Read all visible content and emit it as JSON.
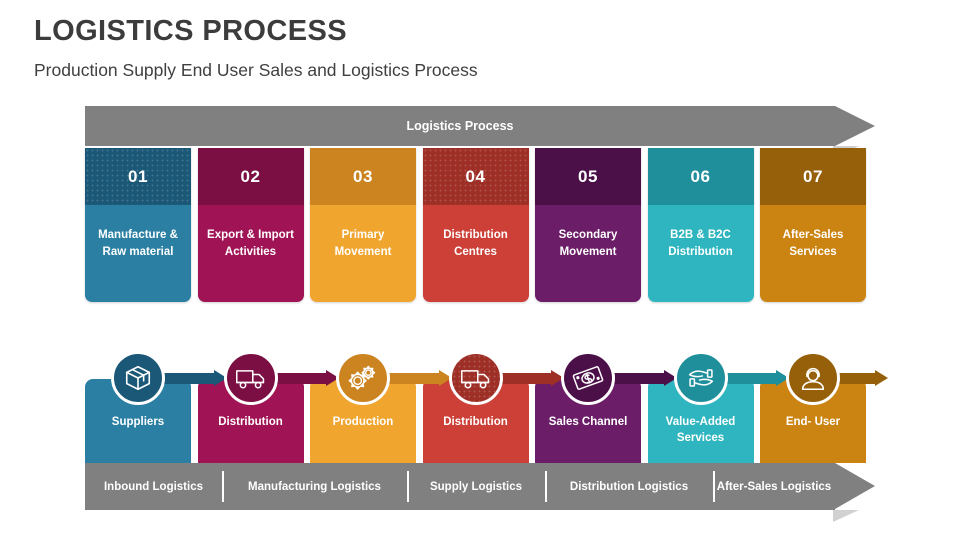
{
  "title": "LOGISTICS PROCESS",
  "subtitle": "Production Supply End User Sales and Logistics Process",
  "header": {
    "label": "Logistics Process"
  },
  "colors": {
    "banner_gray": "#808080",
    "blue_dark": "#1b5877",
    "blue": "#2a7fa3",
    "magenta_dark": "#7b0f43",
    "magenta": "#a01455",
    "orange_dark": "#cb8420",
    "orange": "#f0a52e",
    "red_dark": "#9e2f27",
    "red": "#cc4037",
    "purple_dark": "#4c1048",
    "purple": "#6b1d67",
    "teal_dark": "#1f8f9c",
    "teal": "#2fb5bf",
    "amber_dark": "#96600a",
    "amber": "#cb8412"
  },
  "cards": [
    {
      "number": "01",
      "label": "Manufacture & Raw material",
      "top_color": "#1b5877",
      "body_color": "#2a7fa3",
      "textured": true
    },
    {
      "number": "02",
      "label": "Export & Import Activities",
      "top_color": "#7b0f43",
      "body_color": "#a01455",
      "textured": false
    },
    {
      "number": "03",
      "label": "Primary Movement",
      "top_color": "#cb8420",
      "body_color": "#f0a52e",
      "textured": false
    },
    {
      "number": "04",
      "label": "Distribution Centres",
      "top_color": "#9e2f27",
      "body_color": "#cc4037",
      "textured": true
    },
    {
      "number": "05",
      "label": "Secondary Movement",
      "top_color": "#4c1048",
      "body_color": "#6b1d67",
      "textured": false
    },
    {
      "number": "06",
      "label": "B2B & B2C Distribution",
      "top_color": "#1f8f9c",
      "body_color": "#2fb5bf",
      "textured": false
    },
    {
      "number": "07",
      "label": "After-Sales Services",
      "top_color": "#96600a",
      "body_color": "#cb8412",
      "textured": false
    }
  ],
  "flow_steps": [
    {
      "label": "Suppliers",
      "icon": "package-box-icon",
      "circle_color": "#1b5877",
      "panel_color": "#2a7fa3",
      "arrow_color": "#1b5877",
      "textured": false
    },
    {
      "label": "Distribution",
      "icon": "delivery-truck-icon",
      "circle_color": "#7b0f43",
      "panel_color": "#a01455",
      "arrow_color": "#7b0f43",
      "textured": false
    },
    {
      "label": "Production",
      "icon": "gears-icon",
      "circle_color": "#cb8420",
      "panel_color": "#f0a52e",
      "arrow_color": "#cb8420",
      "textured": false
    },
    {
      "label": "Distribution",
      "icon": "delivery-truck-icon",
      "circle_color": "#9e2f27",
      "panel_color": "#cc4037",
      "arrow_color": "#9e2f27",
      "textured": true
    },
    {
      "label": "Sales Channel",
      "icon": "banknote-icon",
      "circle_color": "#4c1048",
      "panel_color": "#6b1d67",
      "arrow_color": "#4c1048",
      "textured": false
    },
    {
      "label": "Value-Added Services",
      "icon": "handover-hands-icon",
      "circle_color": "#1f8f9c",
      "panel_color": "#2fb5bf",
      "arrow_color": "#1f8f9c",
      "textured": false
    },
    {
      "label": "End- User",
      "icon": "support-agent-icon",
      "circle_color": "#96600a",
      "panel_color": "#cb8412",
      "arrow_color": "#96600a",
      "textured": false
    }
  ],
  "footer_segments": [
    {
      "label": "Inbound Logistics"
    },
    {
      "label": "Manufacturing Logistics"
    },
    {
      "label": "Supply Logistics"
    },
    {
      "label": "Distribution Logistics"
    },
    {
      "label": "After-Sales Logistics"
    }
  ]
}
